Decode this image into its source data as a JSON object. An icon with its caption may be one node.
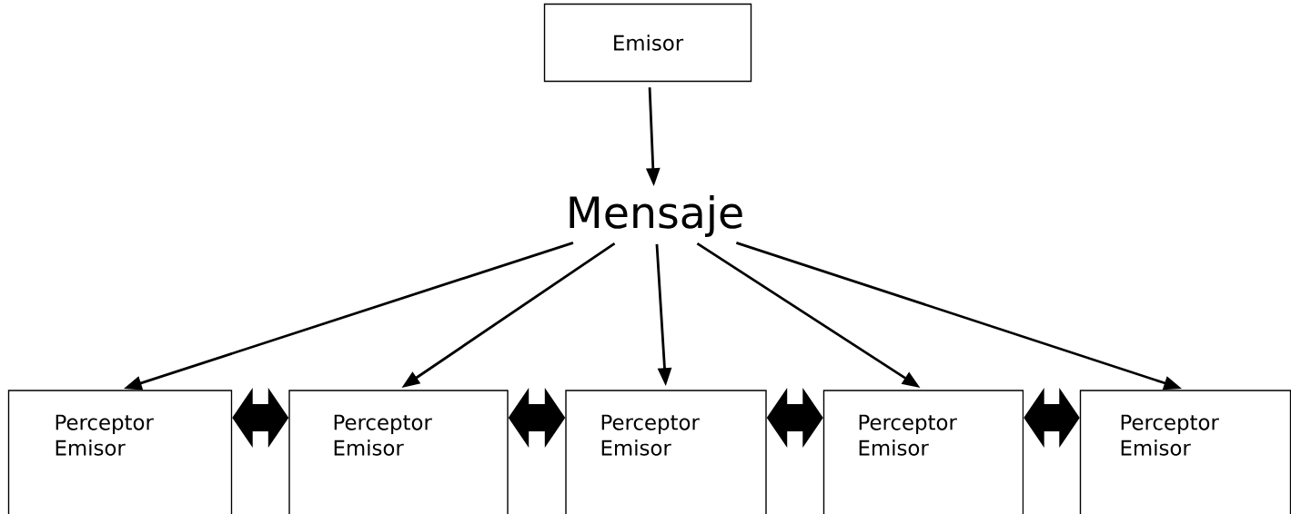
{
  "diagram": {
    "nodes": [
      {
        "text": [
          "Emisor"
        ]
      },
      {
        "text": [
          "Mensaje"
        ]
      },
      {
        "text": [
          "Perceptor Emisor"
        ]
      },
      {
        "text": [
          "Perceptor Emisor"
        ]
      },
      {
        "text": [
          "Perceptor Emisor"
        ]
      },
      {
        "text": [
          "Perceptor Emisor"
        ]
      },
      {
        "text": [
          "Perceptor Emisor"
        ]
      }
    ],
    "edges": [
      {
        "from": 0,
        "to": 1,
        "arrow": "to"
      },
      {
        "from": 1,
        "to": 2,
        "arrow": "to"
      },
      {
        "from": 1,
        "to": 3,
        "arrow": "to"
      },
      {
        "from": 1,
        "to": 4,
        "arrow": "to"
      },
      {
        "from": 1,
        "to": 5,
        "arrow": "to"
      },
      {
        "from": 1,
        "to": 6,
        "arrow": "to"
      },
      {
        "from": 2,
        "to": 3,
        "arrow": "both",
        "style": "thick"
      },
      {
        "from": 3,
        "to": 4,
        "arrow": "both",
        "style": "thick"
      },
      {
        "from": 4,
        "to": 5,
        "arrow": "both",
        "style": "thick"
      },
      {
        "from": 5,
        "to": 6,
        "arrow": "both",
        "style": "thick"
      }
    ]
  }
}
